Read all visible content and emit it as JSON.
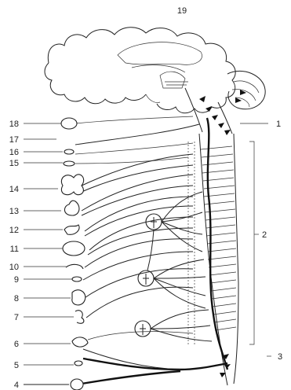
{
  "figure": {
    "number": "19",
    "left_labels": [
      {
        "id": "18",
        "text": "18"
      },
      {
        "id": "17",
        "text": "17"
      },
      {
        "id": "16",
        "text": "16"
      },
      {
        "id": "15",
        "text": "15"
      },
      {
        "id": "14",
        "text": "14"
      },
      {
        "id": "13",
        "text": "13"
      },
      {
        "id": "12",
        "text": "12"
      },
      {
        "id": "11",
        "text": "11"
      },
      {
        "id": "10",
        "text": "10"
      },
      {
        "id": "9",
        "text": "9"
      },
      {
        "id": "8",
        "text": "8"
      },
      {
        "id": "7",
        "text": "7"
      },
      {
        "id": "6",
        "text": "6"
      },
      {
        "id": "5",
        "text": "5"
      },
      {
        "id": "4",
        "text": "4"
      }
    ],
    "right_labels": [
      {
        "id": "1",
        "text": "1"
      },
      {
        "id": "2",
        "text": "2"
      },
      {
        "id": "3",
        "text": "3"
      }
    ]
  }
}
